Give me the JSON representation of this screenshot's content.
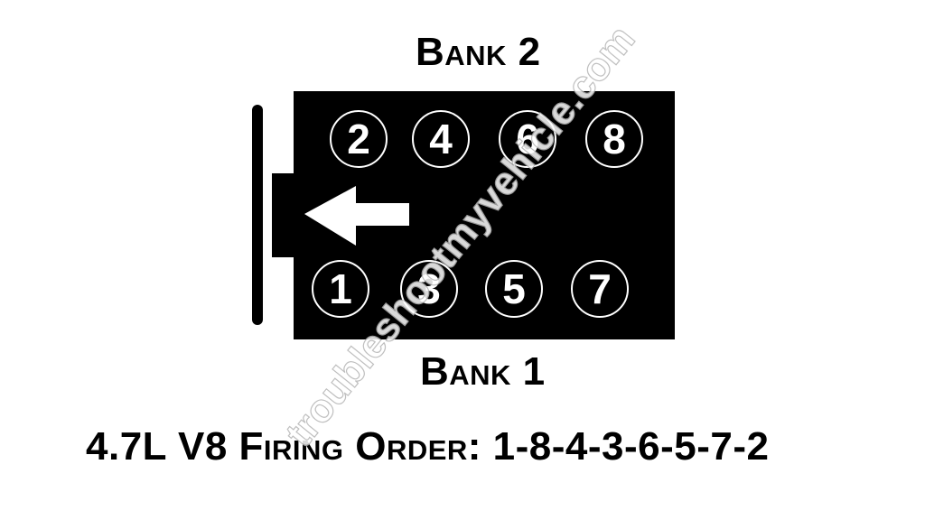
{
  "bank2": {
    "label": "Bank 2"
  },
  "bank1": {
    "label": "Bank 1"
  },
  "cylinders": {
    "bank2": [
      "2",
      "4",
      "6",
      "8"
    ],
    "bank1": [
      "1",
      "3",
      "5",
      "7"
    ]
  },
  "caption": {
    "text": "4.7L V8 Firing Order: 1-8-4-3-6-5-7-2"
  },
  "watermark": {
    "text": "troubleshootmyvehicle.com"
  },
  "icons": {
    "arrow": "arrow-left-icon",
    "fan": "fan-blade-icon"
  },
  "colors": {
    "block": "#000000",
    "background": "#ffffff",
    "watermark": "#b5b5b5"
  }
}
